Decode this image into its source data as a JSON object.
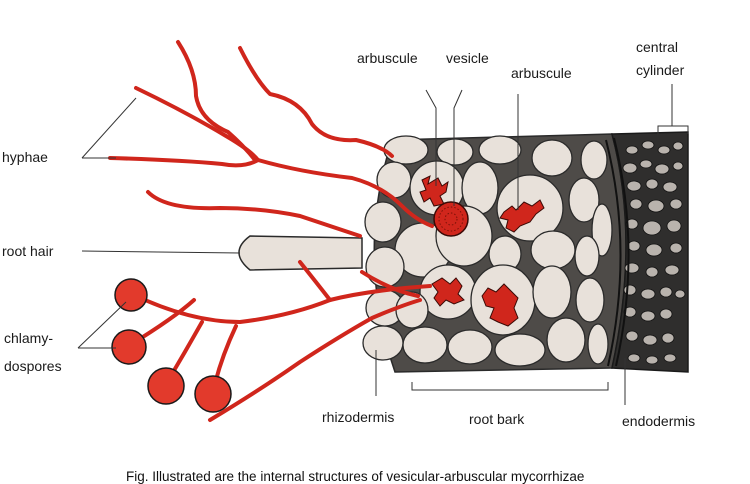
{
  "colors": {
    "hypha": "#d0261c",
    "hypha_outline": "#3a0a06",
    "spore": "#e23a2c",
    "cell_fill": "#e8e1da",
    "cell_outline": "#2a2a2a",
    "matrix": "#4e4b48",
    "central_matrix": "#2f2e2d",
    "central_cell": "#b9b3ad",
    "leader": "#333333"
  },
  "labels": {
    "hyphae": "hyphae",
    "root_hair": "root hair",
    "chlamydospores_line1": "chlamy-",
    "chlamydospores_line2": "dospores",
    "arbuscule_left": "arbuscule",
    "vesicle": "vesicle",
    "arbuscule_right": "arbuscule",
    "central_cylinder_line1": "central",
    "central_cylinder_line2": "cylinder",
    "rhizodermis": "rhizodermis",
    "root_bark": "root bark",
    "endodermis": "endodermis"
  },
  "caption": "Fig. Illustrated are the internal structures of vesicular-arbuscular mycorrhizae"
}
